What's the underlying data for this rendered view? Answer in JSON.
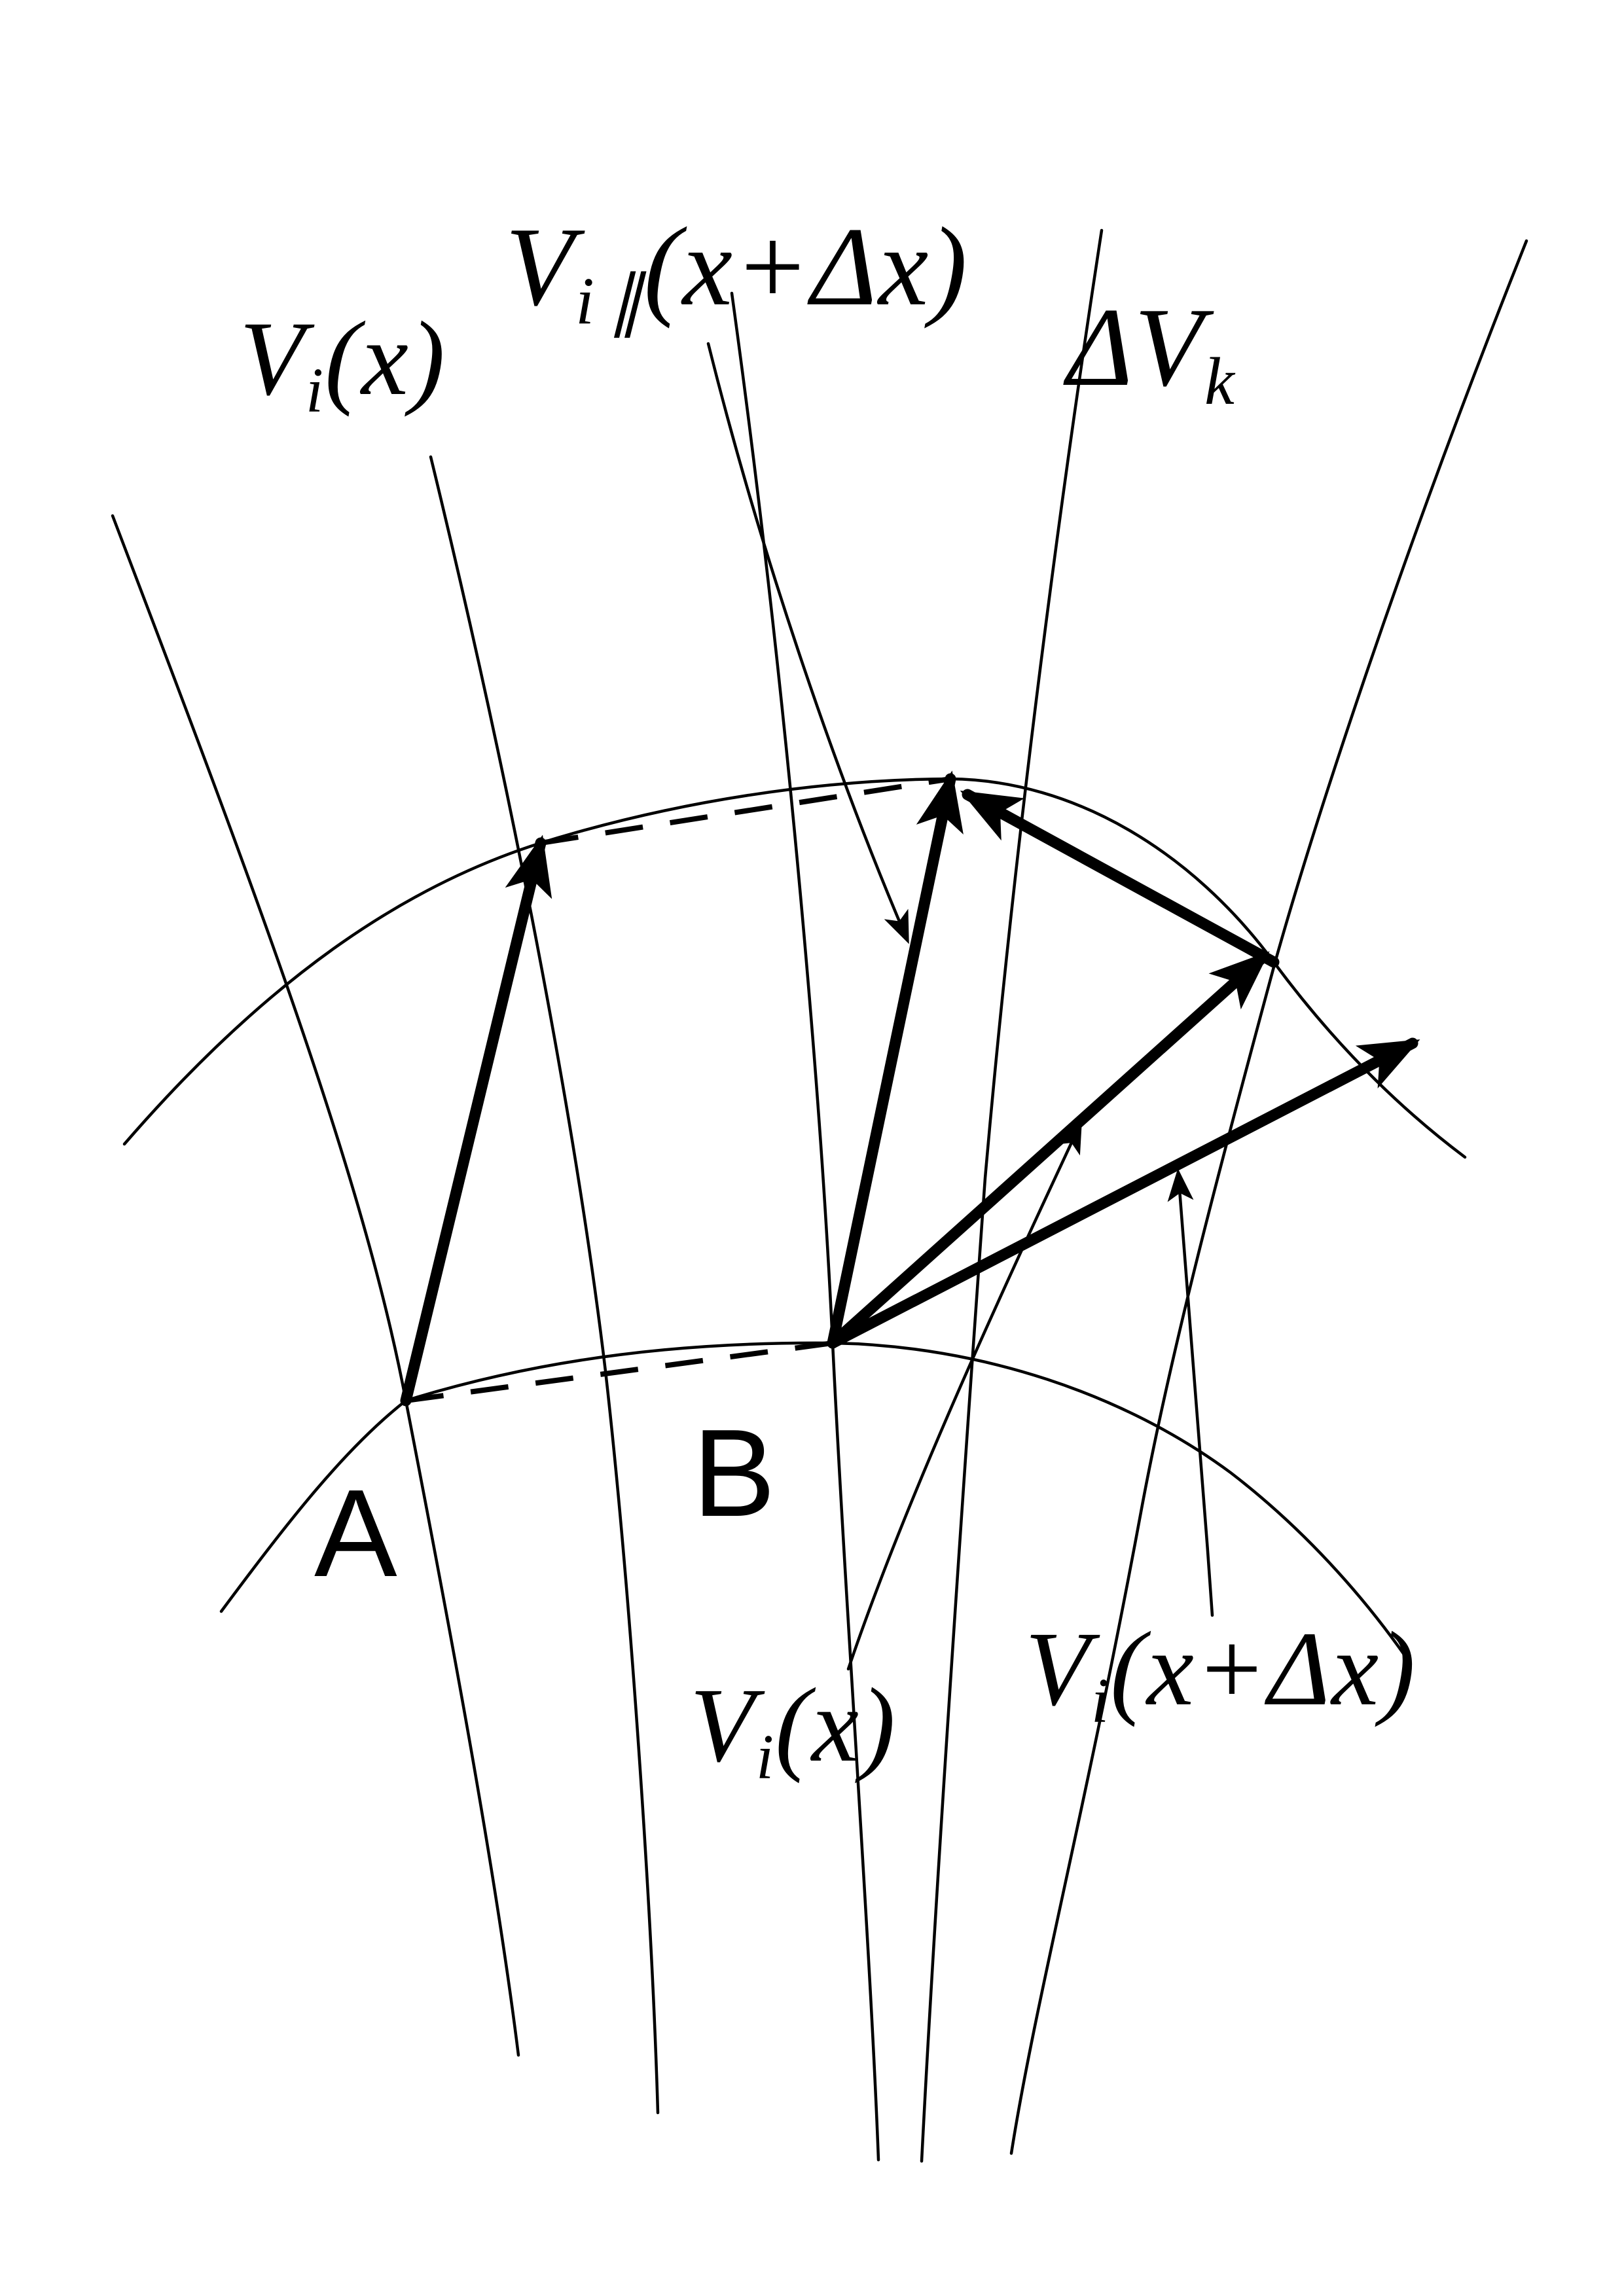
{
  "colors": {
    "background": "#ffffff",
    "ink": "#000000"
  },
  "labels": {
    "v_parallel_transported": {
      "v": "V",
      "sub_i": "i",
      "sub_parallel": "∥",
      "args": "(x+Δx)"
    },
    "v_at_A": {
      "v": "V",
      "sub_i": "i",
      "args": "(x)"
    },
    "delta_v": {
      "delta": "Δ",
      "v": "V",
      "sub_k": "k"
    },
    "point_A": "A",
    "point_B": "B",
    "v_of_x": {
      "v": "V",
      "sub_i": "i",
      "args": "(x)"
    },
    "v_of_x_plus_dx": {
      "v": "V",
      "sub_i": "i",
      "args": "(x+Δx)"
    }
  }
}
